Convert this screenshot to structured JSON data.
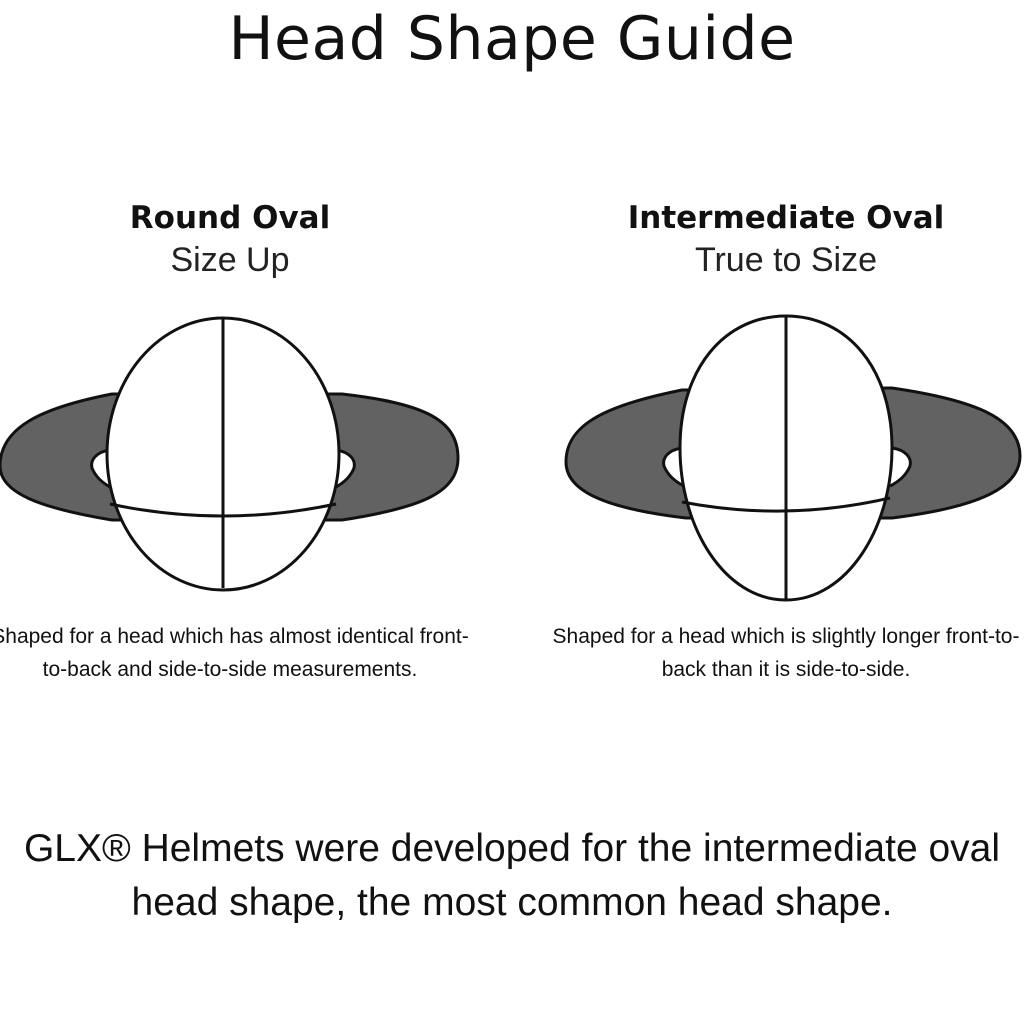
{
  "title": "Head Shape Guide",
  "shapes": [
    {
      "name": "Round Oval",
      "fit": "Size Up",
      "description": "Shaped for a head which has almost identical front-to-back and side-to-side measurements."
    },
    {
      "name": "Intermediate Oval",
      "fit": "True to Size",
      "description": "Shaped for a head which is slightly longer front-to-back than it is side-to-side."
    }
  ],
  "footer": "GLX® Helmets were developed for the intermediate oval head shape, the most common head shape.",
  "colors": {
    "shoulders": "#626262",
    "outline": "#111111",
    "head_fill": "#ffffff"
  }
}
